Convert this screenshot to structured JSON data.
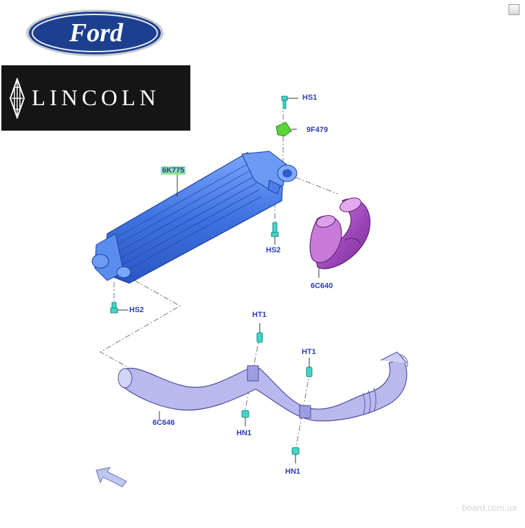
{
  "brands": {
    "ford": "Ford",
    "lincoln": "LINCOLN"
  },
  "callouts": {
    "hs1": "HS1",
    "f479": "9F479",
    "k775": "6K775",
    "hs2_right": "HS2",
    "c640": "6C640",
    "hs2_left": "HS2",
    "ht1_left": "HT1",
    "ht1_right": "HT1",
    "c646": "6C646",
    "hn1_left": "HN1",
    "hn1_right": "HN1"
  },
  "watermark": "board.com.ua",
  "icons": {
    "corner": "checkbox-icon",
    "back": "back-arrow-icon"
  },
  "colors": {
    "label": "#2b3bb8",
    "intercooler": "#4a7fe8",
    "hose_top": "#b060c8",
    "tube": "#b9b9ee",
    "clip": "#3fd6c8",
    "sensor": "#5bd43a"
  }
}
